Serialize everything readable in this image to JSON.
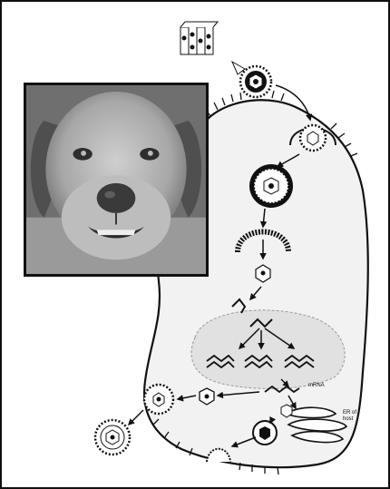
{
  "figure": {
    "labels": {
      "mrna": "mRNA",
      "er_line1": "ER of",
      "er_line2": "host"
    },
    "photo": {
      "icon": "dog-photo"
    },
    "colors": {
      "ink": "#111111",
      "cell_fill": "#f2f2f2",
      "nucleus_fill": "#e1e1e1",
      "frame": "#111111"
    }
  }
}
